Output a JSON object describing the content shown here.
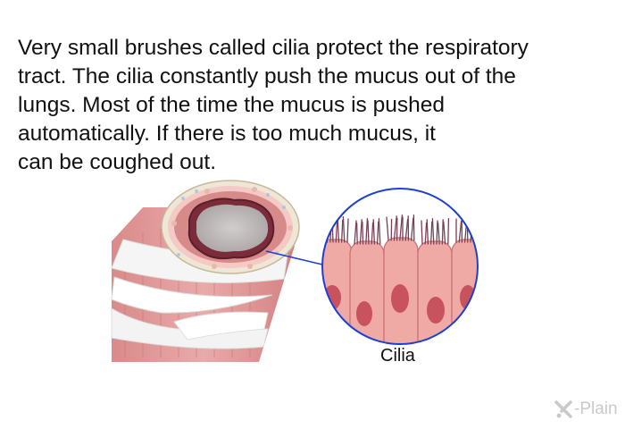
{
  "description": {
    "lines": [
      "Very small brushes called cilia protect the respiratory",
      "tract. The cilia constantly push the mucus out of the",
      "lungs. Most of the time the mucus is pushed",
      "automatically. If there is too much mucus, it",
      "can be coughed out."
    ]
  },
  "illustration": {
    "label": "Cilia",
    "colors": {
      "muscle": "#e6a3a3",
      "bands": "#f4f4f4",
      "cells": "#f0aaa5",
      "nuclei": "#c9525f",
      "circle": "#1f3fd0"
    }
  },
  "logo": {
    "text": "-Plain",
    "colors": {
      "text": "#c9c9c9"
    }
  }
}
